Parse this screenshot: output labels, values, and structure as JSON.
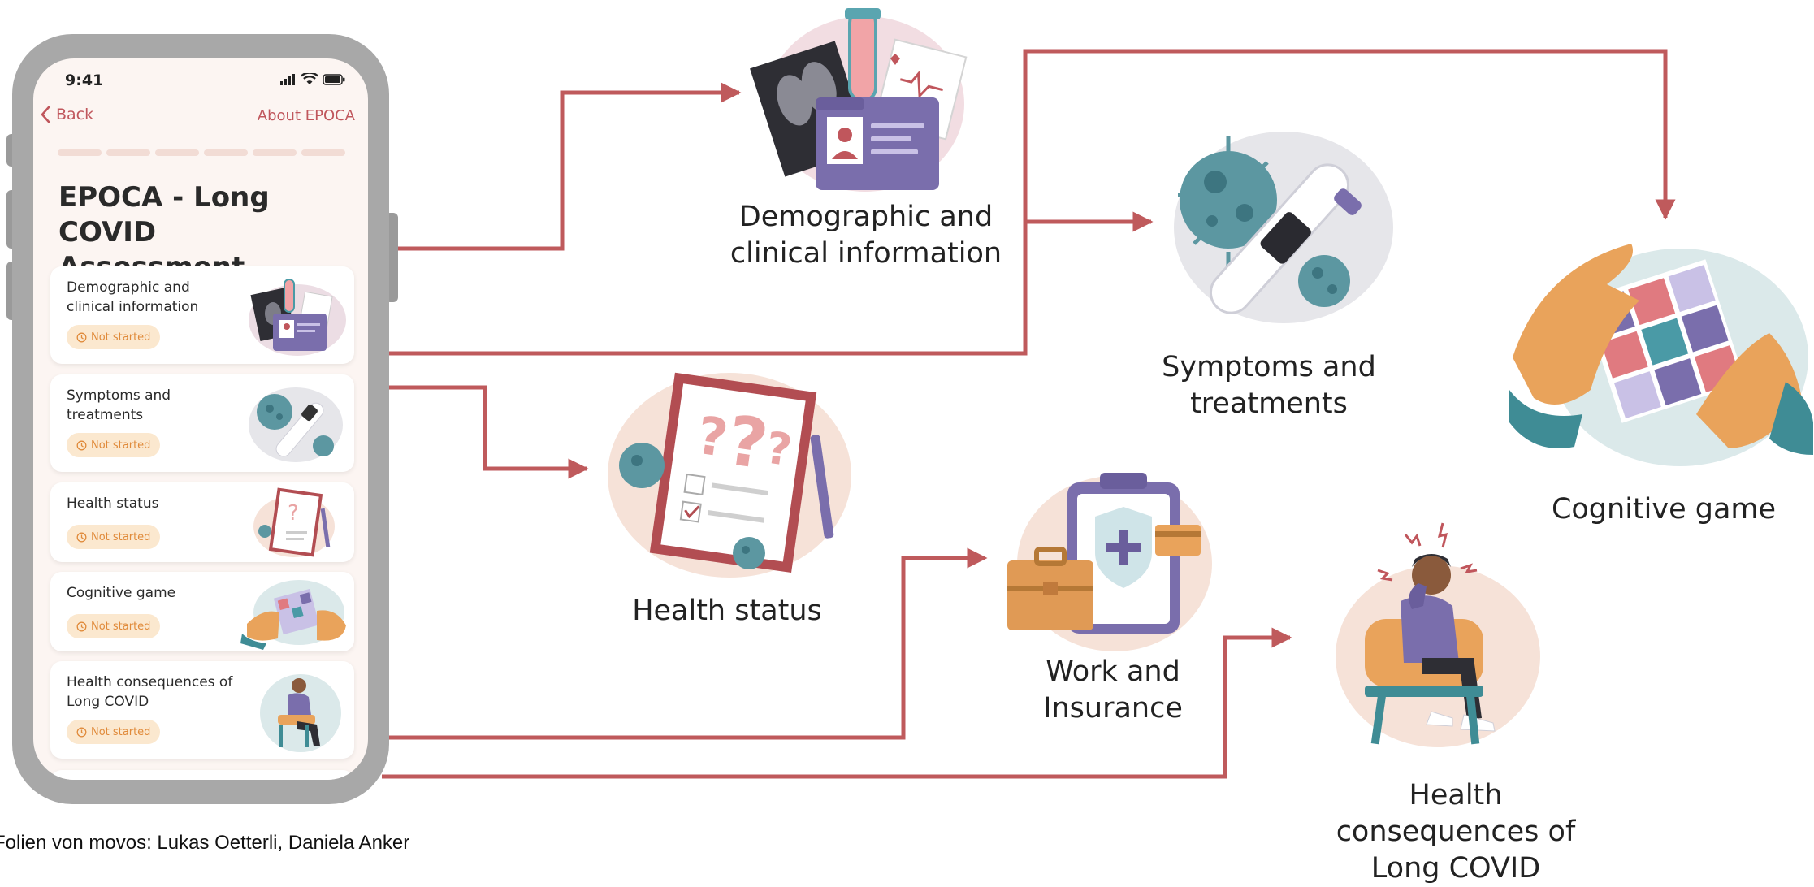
{
  "phone": {
    "time": "9:41",
    "back_label": "Back",
    "about_label": "About EPOCA",
    "title": "EPOCA - Long COVID Assessment",
    "status_text": "Not started",
    "cards": [
      {
        "title": "Demographic and clinical information"
      },
      {
        "title": "Symptoms and treatments"
      },
      {
        "title": "Health status"
      },
      {
        "title": "Cognitive game"
      },
      {
        "title": "Health consequences of Long COVID"
      }
    ]
  },
  "modules": {
    "demographic": "Demographic and clinical information",
    "symptoms": "Symptoms and treatments",
    "health_status": "Health status",
    "work": "Work and Insurance",
    "cognitive": "Cognitive game",
    "consequences": "Health consequences of Long COVID"
  },
  "credit": "Folien von movos: Lukas Oetterli, Daniela Anker",
  "colors": {
    "arrow": "#bf5a5c",
    "accent": "#c0565c",
    "badge_bg": "#fbe8cf",
    "badge_text": "#e08a3a"
  },
  "icons": [
    "signal-icon",
    "wifi-icon",
    "battery-icon",
    "back-chevron-icon",
    "clock-icon"
  ]
}
